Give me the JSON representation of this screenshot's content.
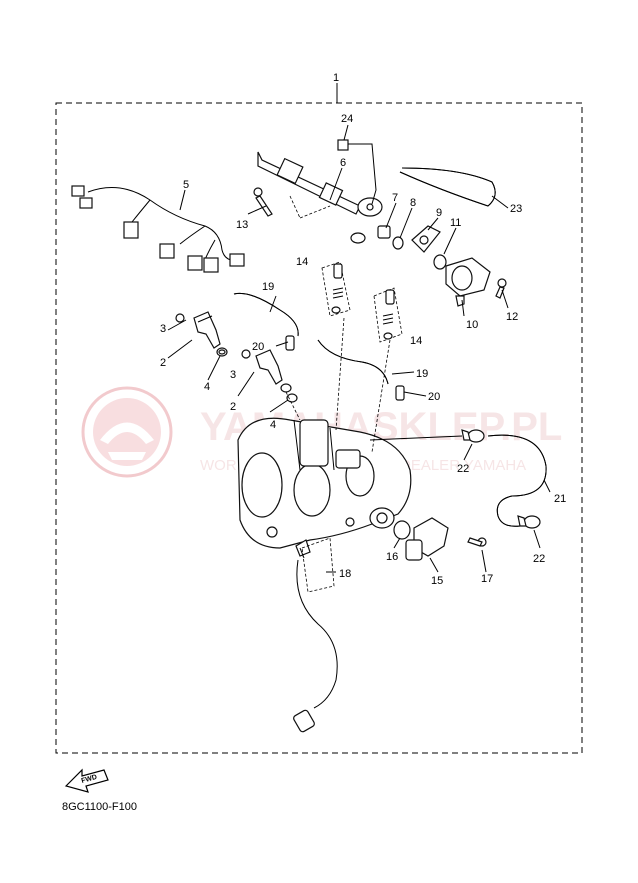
{
  "watermark": {
    "brand": "YAMAHASKLEP.PL",
    "tagline": "WORLDWIDE AUTHORIZED DEALER YAMAHA",
    "color": "#e8a0a6"
  },
  "callouts": {
    "c1": "1",
    "c2a": "2",
    "c2b": "2",
    "c3a": "3",
    "c3b": "3",
    "c4a": "4",
    "c4b": "4",
    "c5": "5",
    "c6": "6",
    "c7": "7",
    "c8": "8",
    "c9": "9",
    "c10": "10",
    "c11": "11",
    "c12": "12",
    "c13": "13",
    "c14a": "14",
    "c14b": "14",
    "c15": "15",
    "c16": "16",
    "c17": "17",
    "c18": "18",
    "c19a": "19",
    "c19b": "19",
    "c20a": "20",
    "c20b": "20",
    "c21": "21",
    "c22a": "22",
    "c22b": "22",
    "c23": "23",
    "c24": "24"
  },
  "fwd_label": "FWD",
  "diagram_code": "8GC1100-F100"
}
